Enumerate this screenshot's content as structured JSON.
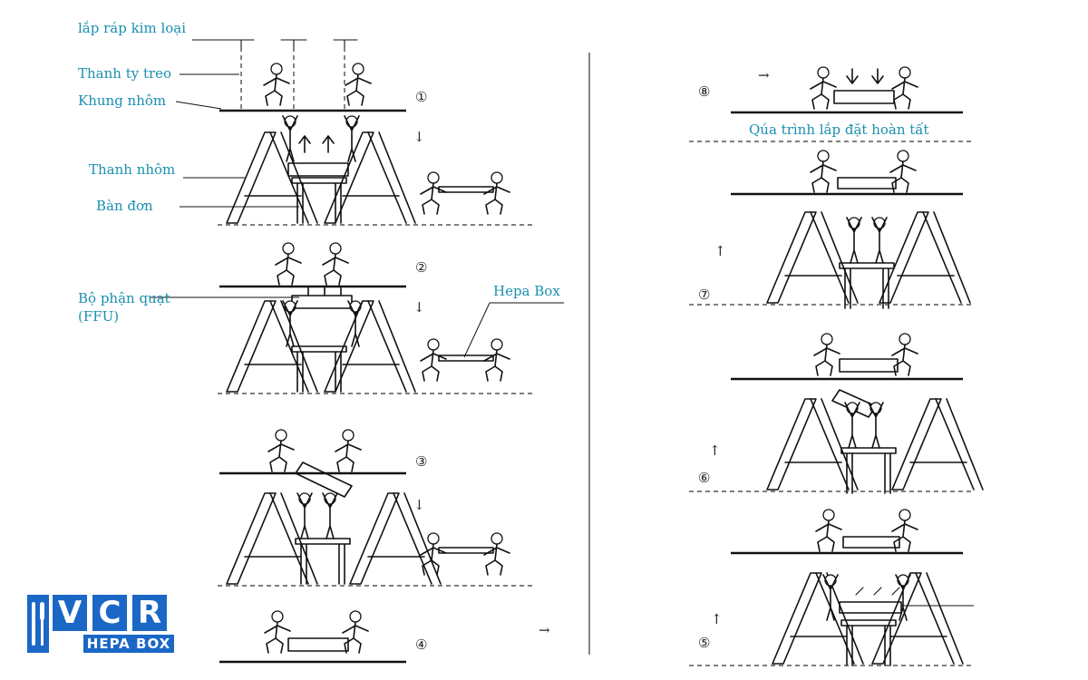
{
  "labels": {
    "lap_rap_kim_loai": "lắp ráp kim loại",
    "thanh_ty_treo": "Thanh ty treo",
    "khung_nhom": "Khung nhôm",
    "thanh_nhom": "Thanh nhôm",
    "ban_don": "Bàn đơn",
    "bo_phan_quat": "Bộ phận quạt",
    "ffu": "(FFU)",
    "hepa_box": "Hepa Box",
    "hoan_tat": "Qúa trình lắp đặt hoàn tất"
  },
  "steps": [
    "①",
    "②",
    "③",
    "④",
    "⑤",
    "⑥",
    "⑦",
    "⑧"
  ],
  "arrows": {
    "down": "↓",
    "up": "↑",
    "right": "→"
  },
  "logo": {
    "letters": [
      "V",
      "C",
      "R"
    ],
    "subtitle": "HEPA BOX",
    "color": "#1b67c6"
  },
  "colors": {
    "label": "#1a8fb0",
    "ink": "#111111"
  }
}
